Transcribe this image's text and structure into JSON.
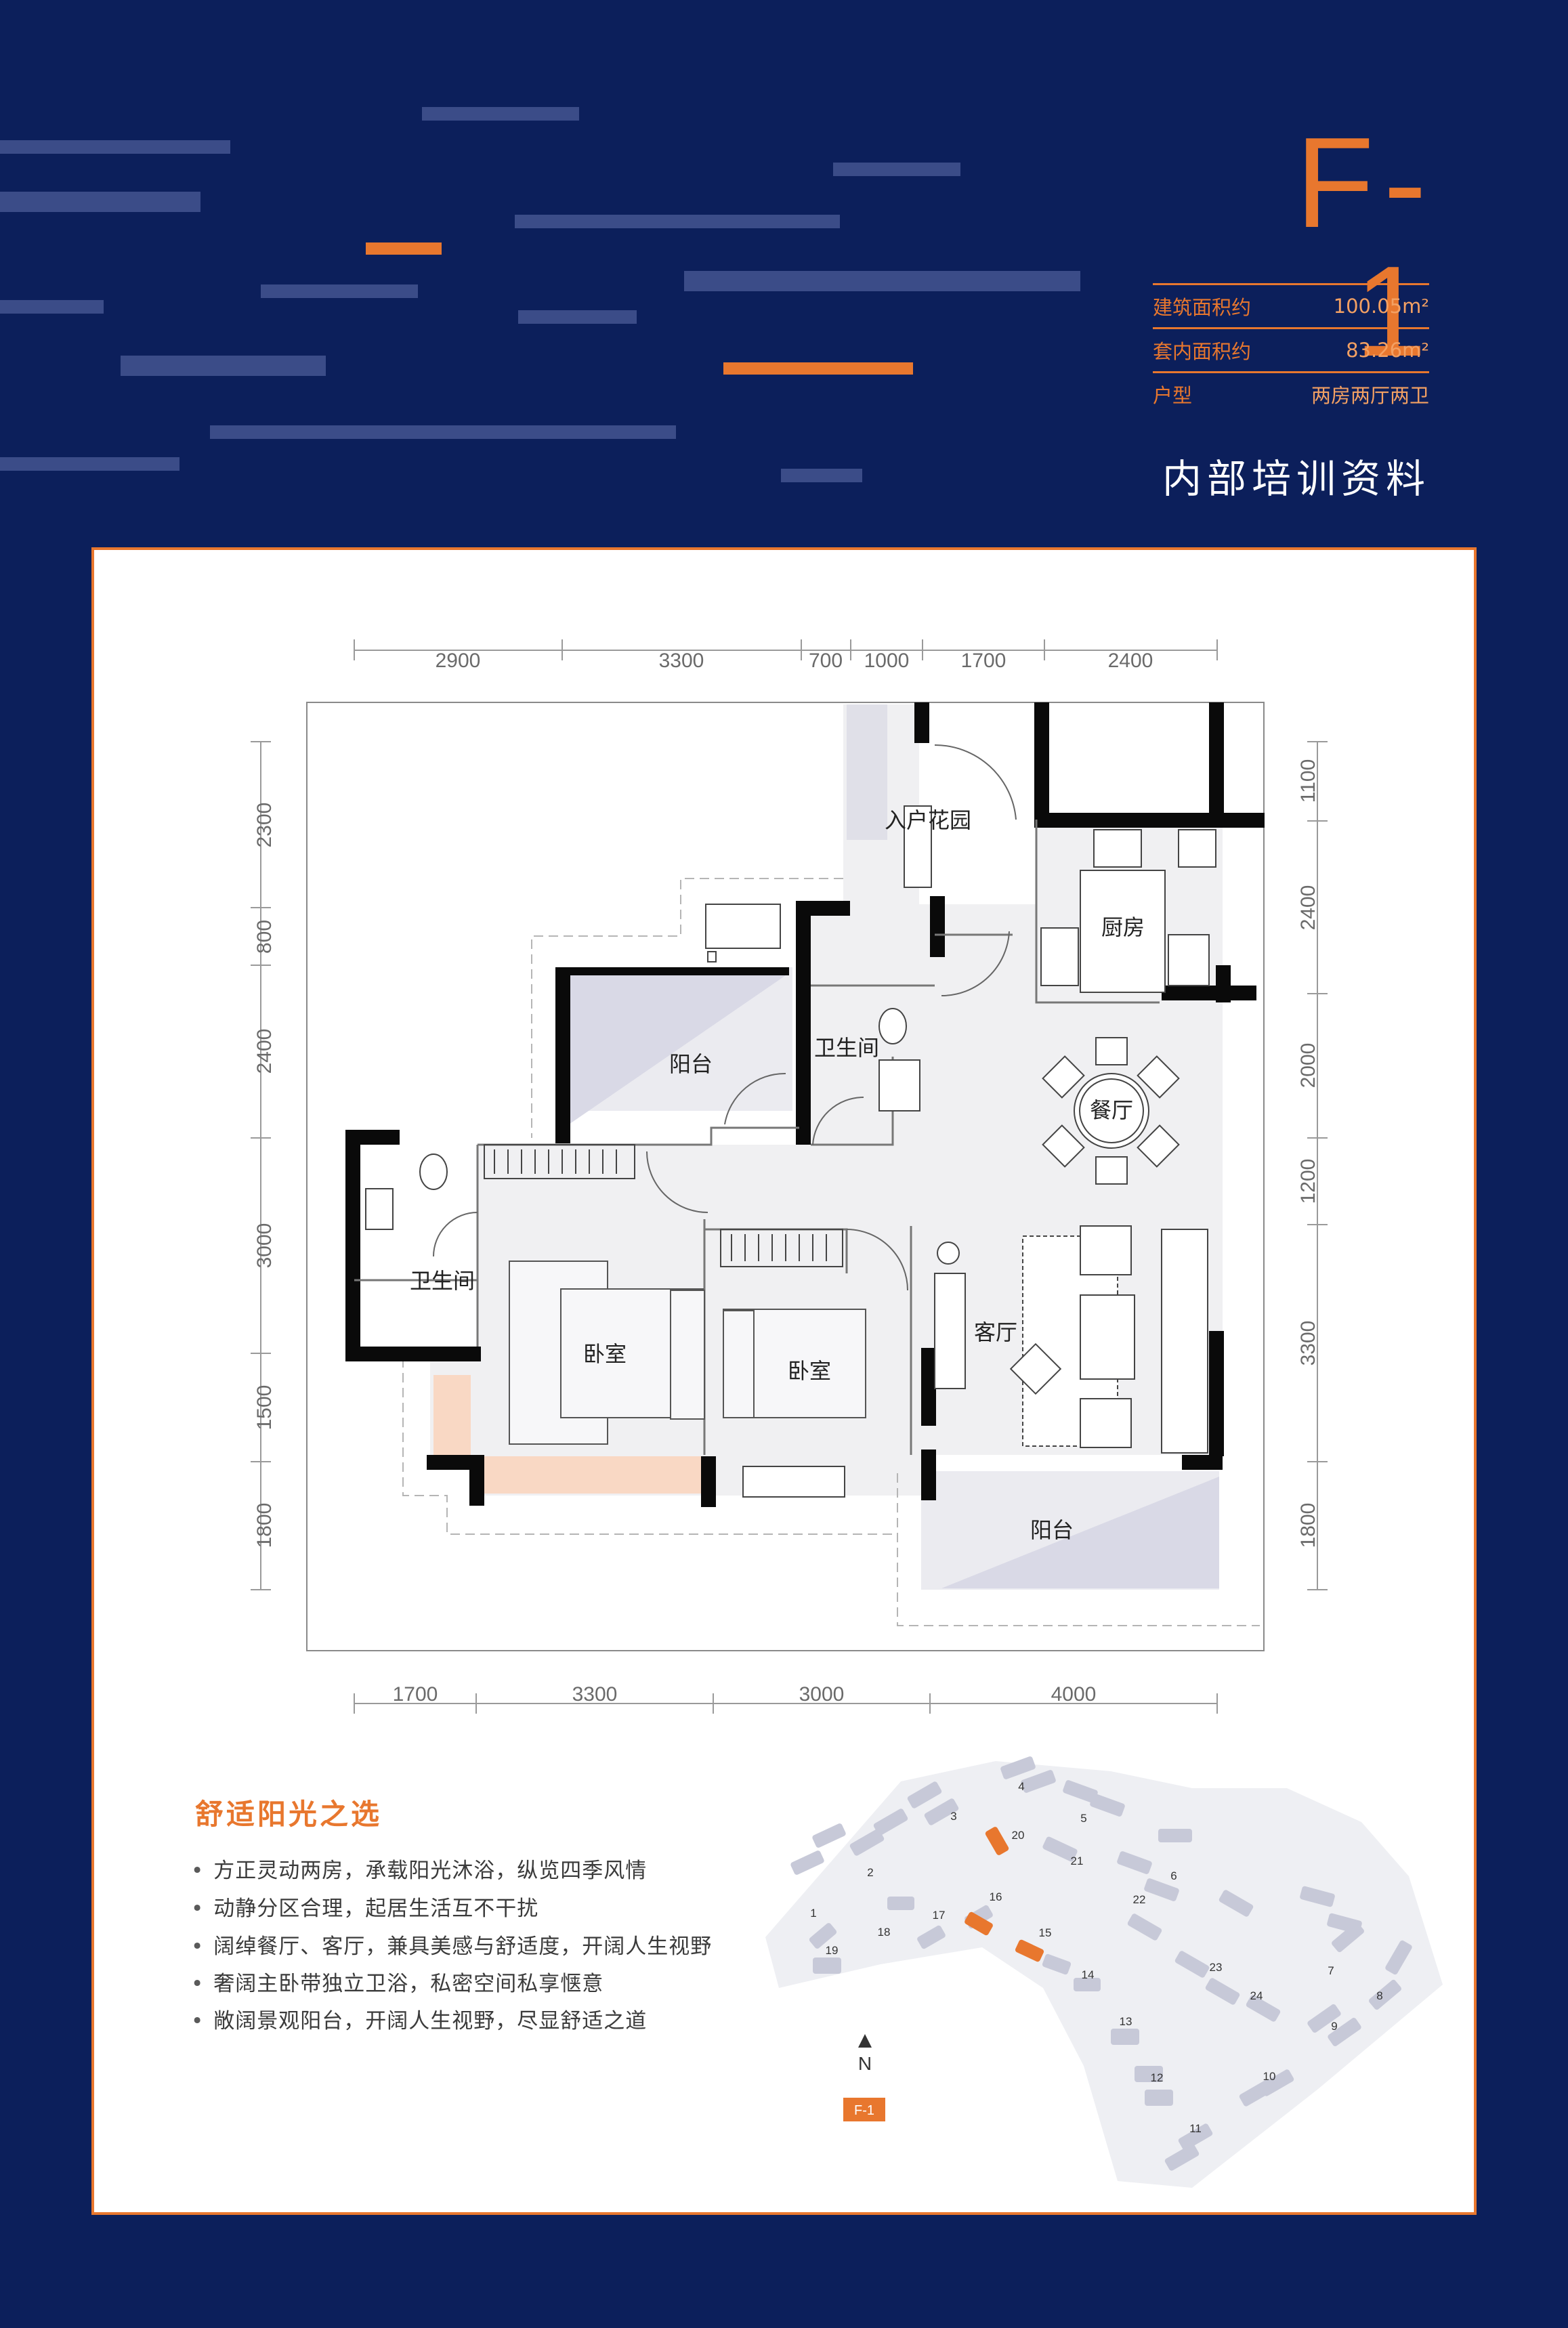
{
  "unit": {
    "code": "F-1",
    "specs": [
      {
        "label": "建筑面积约",
        "value": "100.05m²"
      },
      {
        "label": "套内面积约",
        "value": "83.26m²"
      },
      {
        "label": "户型",
        "value": "两房两厅两卫"
      }
    ],
    "note": "内部培训资料"
  },
  "plan": {
    "top_dims": [
      "2900",
      "3300",
      "700",
      "1000",
      "1700",
      "2400"
    ],
    "bottom_dims": [
      "1700",
      "3300",
      "3000",
      "4000"
    ],
    "left_dims": [
      "2300",
      "800",
      "2400",
      "3000",
      "1500",
      "1800"
    ],
    "right_dims": [
      "1100",
      "2400",
      "2000",
      "1200",
      "3300",
      "1800"
    ],
    "rooms": {
      "entry_garden": "入户花园",
      "kitchen": "厨房",
      "balcony_north": "阳台",
      "bath_center": "卫生间",
      "dining": "餐厅",
      "bath_west": "卫生间",
      "bedroom_master": "卧室",
      "bedroom_second": "卧室",
      "living": "客厅",
      "balcony_south": "阳台"
    }
  },
  "selling_points": {
    "title": "舒适阳光之选",
    "items": [
      "方正灵动两房，承载阳光沐浴，纵览四季风情",
      "动静分区合理，起居生活互不干扰",
      "阔绰餐厅、客厅，兼具美感与舒适度，开阔人生视野",
      "奢阔主卧带独立卫浴，私密空间私享惬意",
      "敞阔景观阳台，开阔人生视野，尽显舒适之道"
    ]
  },
  "site_plan": {
    "compass": "N",
    "unit_tag": "F-1",
    "buildings": [
      "1",
      "2",
      "3",
      "4",
      "5",
      "6",
      "7",
      "8",
      "9",
      "10",
      "11",
      "12",
      "13",
      "14",
      "15",
      "16",
      "17",
      "18",
      "19",
      "20",
      "21",
      "22",
      "23",
      "24"
    ],
    "highlighted": [
      "15",
      "16",
      "20"
    ]
  },
  "colors": {
    "navy": "#0c1f5b",
    "accent": "#e8772e",
    "wall": "#0a0a0a",
    "floor_highlight": "#f9d8c4"
  }
}
